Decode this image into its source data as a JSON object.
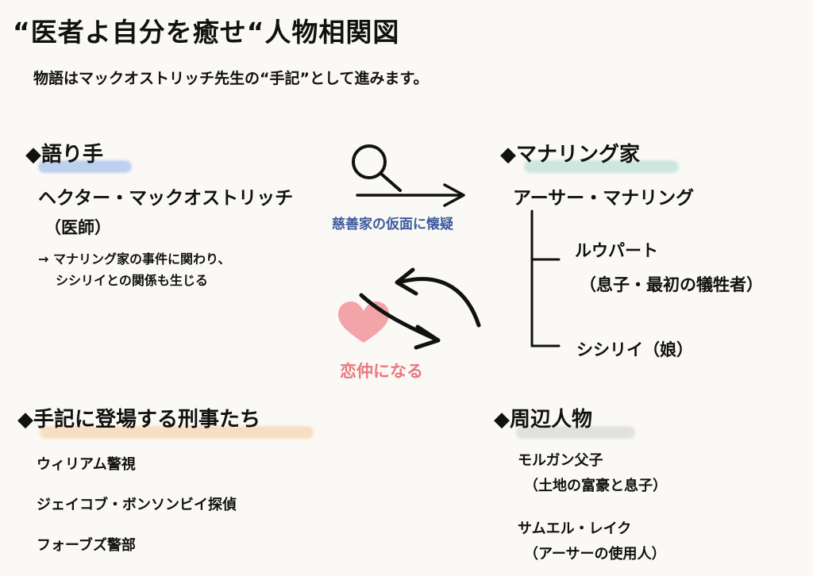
{
  "title": "“医者よ自分を癒せ“人物相関図",
  "subtitle": "物語はマックオストリッチ先生の“手記”として進みます。",
  "narrator": {
    "heading": "◆語り手",
    "name": "ヘクター・マックオストリッチ",
    "role": "（医師）",
    "note_line1": "→ マナリング家の事件に関わり、",
    "note_line2": "シシリイとの関係も生じる"
  },
  "manaring": {
    "heading": "◆マナリング家",
    "head_name": "アーサー・マナリング",
    "son_name": "ルウパート",
    "son_role": "（息子・最初の犠牲者）",
    "daughter": "シシリイ（娘）"
  },
  "relations": {
    "suspicion_label": "慈善家の仮面に懐疑",
    "love_label": "恋仲になる"
  },
  "detectives": {
    "heading": "◆手記に登場する刑事たち",
    "items": [
      "ウィリアム警視",
      "ジェイコブ・ボンソンビイ探偵",
      "フォーブズ警部"
    ]
  },
  "surroundings": {
    "heading": "◆周辺人物",
    "p1_name": "モルガン父子",
    "p1_role": "（土地の富豪と息子）",
    "p2_name": "サムエル・レイク",
    "p2_role": "（アーサーの使用人）"
  },
  "icons": {
    "magnifier": "magnifying-glass-icon",
    "heart": "heart-icon"
  },
  "colors": {
    "brush_blue": "#a9c3ec",
    "brush_teal": "#bfe0da",
    "brush_peach": "#f8d6b2",
    "brush_gray": "#d9d9d9",
    "label_blue": "#3d5aa0",
    "label_pink": "#e9787f",
    "heart": "#f29aa0"
  }
}
